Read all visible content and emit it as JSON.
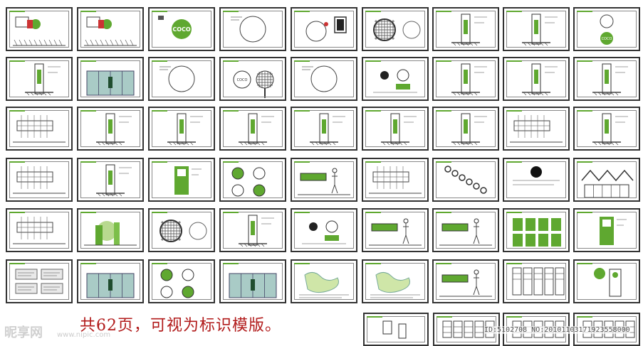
{
  "caption": "共62页，可视为标识模版。",
  "watermark": {
    "logo": "昵享网",
    "url": "www.nipic.com",
    "id": "ID:5102708 NO:20101103171923558000"
  },
  "sample_badge_text": "COCO",
  "colors": {
    "accent_green": "#5fa830",
    "border": "#333333",
    "caption_red": "#b11a1a"
  },
  "thumbnails": [
    {
      "kind": "plan"
    },
    {
      "kind": "plan"
    },
    {
      "kind": "badge"
    },
    {
      "kind": "circle"
    },
    {
      "kind": "circle-frame"
    },
    {
      "kind": "grid-circle"
    },
    {
      "kind": "column"
    },
    {
      "kind": "column"
    },
    {
      "kind": "badge-pair"
    },
    {
      "kind": "column"
    },
    {
      "kind": "glass"
    },
    {
      "kind": "circle"
    },
    {
      "kind": "badge-grid"
    },
    {
      "kind": "circle"
    },
    {
      "kind": "detail"
    },
    {
      "kind": "column"
    },
    {
      "kind": "column"
    },
    {
      "kind": "column"
    },
    {
      "kind": "section"
    },
    {
      "kind": "column"
    },
    {
      "kind": "column"
    },
    {
      "kind": "column"
    },
    {
      "kind": "column"
    },
    {
      "kind": "column"
    },
    {
      "kind": "column"
    },
    {
      "kind": "section"
    },
    {
      "kind": "column"
    },
    {
      "kind": "section"
    },
    {
      "kind": "column"
    },
    {
      "kind": "green-panel"
    },
    {
      "kind": "icons"
    },
    {
      "kind": "person"
    },
    {
      "kind": "section"
    },
    {
      "kind": "chain"
    },
    {
      "kind": "circle-black"
    },
    {
      "kind": "truss"
    },
    {
      "kind": "section"
    },
    {
      "kind": "green-scene"
    },
    {
      "kind": "grid-circle"
    },
    {
      "kind": "column"
    },
    {
      "kind": "detail"
    },
    {
      "kind": "person"
    },
    {
      "kind": "person"
    },
    {
      "kind": "green-cards"
    },
    {
      "kind": "green-panel"
    },
    {
      "kind": "text-blocks"
    },
    {
      "kind": "glass"
    },
    {
      "kind": "icons"
    },
    {
      "kind": "glass"
    },
    {
      "kind": "map"
    },
    {
      "kind": "map"
    },
    {
      "kind": "person"
    },
    {
      "kind": "racks"
    },
    {
      "kind": "badge-tower"
    },
    {
      "kind": "small-sign"
    },
    {
      "kind": "racks"
    },
    {
      "kind": "racks"
    },
    {
      "kind": "racks"
    }
  ]
}
